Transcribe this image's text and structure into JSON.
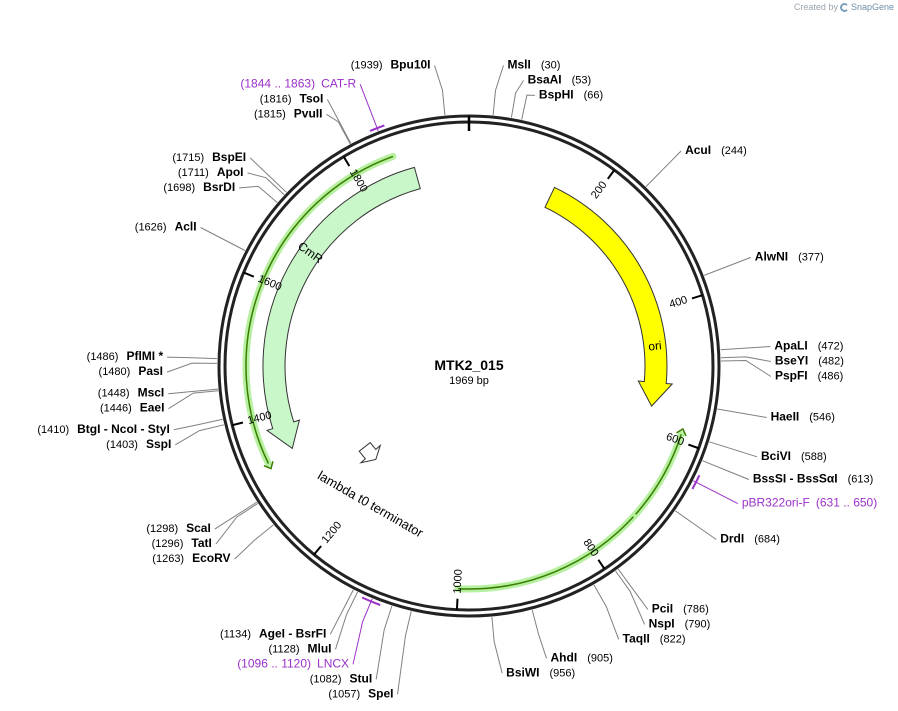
{
  "credit": {
    "created_by": "Created by",
    "brand": "SnapGene"
  },
  "plasmid": {
    "name": "MTK2_015",
    "size_label": "1969 bp",
    "length": 1969
  },
  "colors": {
    "backbone": "#222222",
    "feature_yellow": "#ffff00",
    "feature_green": "#c9f7c9",
    "primer": "#9b30c8",
    "leader": "#808080",
    "highlight": "#b6f0a0",
    "dark_green": "#3a7d00"
  },
  "ticks": [
    {
      "pos": 200,
      "label": "200"
    },
    {
      "pos": 400,
      "label": "400"
    },
    {
      "pos": 600,
      "label": "600"
    },
    {
      "pos": 800,
      "label": "800"
    },
    {
      "pos": 1000,
      "label": "1000"
    },
    {
      "pos": 1200,
      "label": "1200"
    },
    {
      "pos": 1400,
      "label": "1400"
    },
    {
      "pos": 1600,
      "label": "1600"
    },
    {
      "pos": 1800,
      "label": "1800"
    }
  ],
  "features": [
    {
      "name": "ori",
      "start": 140,
      "end": 560,
      "direction": "cw",
      "color": "yellow"
    },
    {
      "name": "CmR",
      "start": 1885,
      "end": 1340,
      "direction": "ccw",
      "color": "green"
    },
    {
      "name": "lambda t0 terminator",
      "start": 1270,
      "end": 1230,
      "direction": "ccw",
      "color": "white"
    }
  ],
  "highlights": [
    {
      "start": 1860,
      "end": 1335,
      "direction": "ccw"
    },
    {
      "start": 1000,
      "end": 720,
      "direction": "ccw"
    },
    {
      "start": 720,
      "end": 590,
      "direction": "ccw"
    }
  ],
  "sites": [
    {
      "name": "Bpu10I",
      "num": "(1939)",
      "pos": 1939,
      "side": "left"
    },
    {
      "name": "MslI",
      "num": "(30)",
      "pos": 30,
      "side": "right"
    },
    {
      "name": "BsaAI",
      "num": "(53)",
      "pos": 53,
      "side": "right"
    },
    {
      "name": "BspHI",
      "num": "(66)",
      "pos": 66,
      "side": "right"
    },
    {
      "name": "AcuI",
      "num": "(244)",
      "pos": 244,
      "side": "right"
    },
    {
      "name": "AlwNI",
      "num": "(377)",
      "pos": 377,
      "side": "right"
    },
    {
      "name": "ApaLI",
      "num": "(472)",
      "pos": 472,
      "side": "right"
    },
    {
      "name": "BseYI",
      "num": "(482)",
      "pos": 482,
      "side": "right"
    },
    {
      "name": "PspFI",
      "num": "(486)",
      "pos": 486,
      "side": "right"
    },
    {
      "name": "HaeII",
      "num": "(546)",
      "pos": 546,
      "side": "right"
    },
    {
      "name": "BciVI",
      "num": "(588)",
      "pos": 588,
      "side": "right"
    },
    {
      "name": "BssSI - BssSαI",
      "num": "(613)",
      "pos": 613,
      "side": "right"
    },
    {
      "name": "DrdI",
      "num": "(684)",
      "pos": 684,
      "side": "right"
    },
    {
      "name": "PciI",
      "num": "(786)",
      "pos": 786,
      "side": "right"
    },
    {
      "name": "NspI",
      "num": "(790)",
      "pos": 790,
      "side": "right"
    },
    {
      "name": "TaqII",
      "num": "(822)",
      "pos": 822,
      "side": "right"
    },
    {
      "name": "AhdI",
      "num": "(905)",
      "pos": 905,
      "side": "right"
    },
    {
      "name": "BsiWI",
      "num": "(956)",
      "pos": 956,
      "side": "right"
    },
    {
      "name": "SpeI",
      "num": "(1057)",
      "pos": 1057,
      "side": "left"
    },
    {
      "name": "StuI",
      "num": "(1082)",
      "pos": 1082,
      "side": "left"
    },
    {
      "name": "MluI",
      "num": "(1128)",
      "pos": 1128,
      "side": "left"
    },
    {
      "name": "AgeI - BsrFI",
      "num": "(1134)",
      "pos": 1134,
      "side": "left"
    },
    {
      "name": "EcoRV",
      "num": "(1263)",
      "pos": 1263,
      "side": "left"
    },
    {
      "name": "TatI",
      "num": "(1296)",
      "pos": 1296,
      "side": "left"
    },
    {
      "name": "ScaI",
      "num": "(1298)",
      "pos": 1298,
      "side": "left"
    },
    {
      "name": "SspI",
      "num": "(1403)",
      "pos": 1403,
      "side": "left"
    },
    {
      "name": "BtgI - NcoI - StyI",
      "num": "(1410)",
      "pos": 1410,
      "side": "left"
    },
    {
      "name": "EaeI",
      "num": "(1446)",
      "pos": 1446,
      "side": "left"
    },
    {
      "name": "MscI",
      "num": "(1448)",
      "pos": 1448,
      "side": "left"
    },
    {
      "name": "PasI",
      "num": "(1480)",
      "pos": 1480,
      "side": "left"
    },
    {
      "name": "PflMI *",
      "num": "(1486)",
      "pos": 1486,
      "side": "left"
    },
    {
      "name": "AclI",
      "num": "(1626)",
      "pos": 1626,
      "side": "left"
    },
    {
      "name": "BsrDI",
      "num": "(1698)",
      "pos": 1698,
      "side": "left"
    },
    {
      "name": "ApoI",
      "num": "(1711)",
      "pos": 1711,
      "side": "left"
    },
    {
      "name": "BspEI",
      "num": "(1715)",
      "pos": 1715,
      "side": "left"
    },
    {
      "name": "PvuII",
      "num": "(1815)",
      "pos": 1815,
      "side": "left"
    },
    {
      "name": "TsoI",
      "num": "(1816)",
      "pos": 1816,
      "side": "left"
    }
  ],
  "primers": [
    {
      "name": "CAT-R",
      "range": "(1844 .. 1863)",
      "start": 1844,
      "end": 1863,
      "side": "left"
    },
    {
      "name": "pBR322ori-F",
      "range": "(631 .. 650)",
      "start": 631,
      "end": 650,
      "side": "right"
    },
    {
      "name": "LNCX",
      "range": "(1096 .. 1120)",
      "start": 1096,
      "end": 1120,
      "side": "left"
    }
  ]
}
